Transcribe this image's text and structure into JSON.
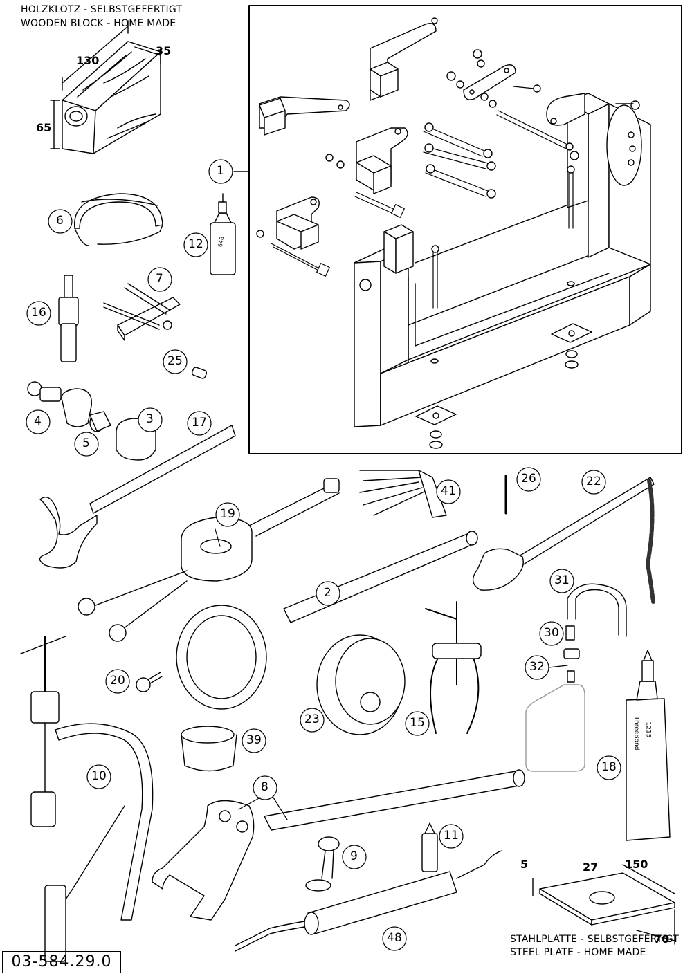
{
  "header": {
    "line1": "HOLZKLOTZ - SELBSTGEFERTIGT",
    "line2": "WOODEN BLOCK - HOME MADE"
  },
  "wood_block": {
    "dim_length": "130",
    "dim_width": "35",
    "dim_height": "65"
  },
  "steel_plate": {
    "line1": "STAHLPLATTE - SELBSTGEFERTIGT",
    "line2": "STEEL PLATE - HOME MADE",
    "dim_thickness": "5",
    "dim_hole": "27",
    "dim_length": "150",
    "dim_width": "70"
  },
  "document_number": "03-584.29.0",
  "products": {
    "tube_12": "648",
    "threebond_brand": "ThreeBond",
    "threebond_code": "1215"
  },
  "callouts": [
    "1",
    "6",
    "12",
    "7",
    "16",
    "25",
    "4",
    "3",
    "5",
    "17",
    "26",
    "22",
    "41",
    "19",
    "2",
    "31",
    "30",
    "32",
    "20",
    "23",
    "15",
    "18",
    "39",
    "10",
    "8",
    "9",
    "11",
    "48"
  ]
}
